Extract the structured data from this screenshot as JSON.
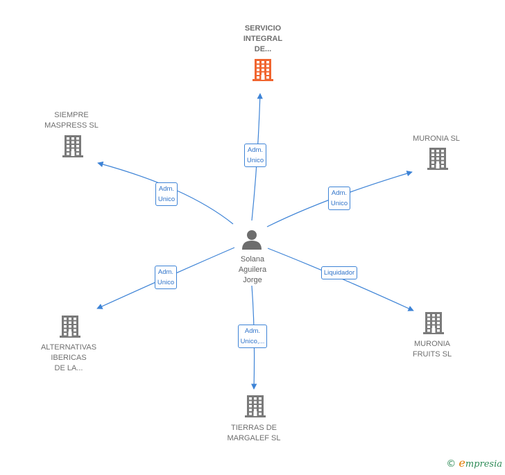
{
  "diagram": {
    "center": {
      "label": "Solana\nAguilera\nJorge",
      "icon": "person-icon"
    },
    "nodes": [
      {
        "id": "servicio",
        "label": "SERVICIO\nINTEGRAL\nDE...",
        "icon": "building-icon",
        "color": "#f0652f",
        "highlight": true
      },
      {
        "id": "siempre",
        "label": "SIEMPRE\nMASPRESS SL",
        "icon": "building-icon",
        "color": "#7a7a7a"
      },
      {
        "id": "muronia",
        "label": "MURONIA SL",
        "icon": "building-icon",
        "color": "#7a7a7a"
      },
      {
        "id": "alternativas",
        "label": "ALTERNATIVAS\nIBERICAS\nDE LA...",
        "icon": "building-icon",
        "color": "#7a7a7a"
      },
      {
        "id": "muronia-fruits",
        "label": "MURONIA\nFRUITS SL",
        "icon": "building-icon",
        "color": "#7a7a7a"
      },
      {
        "id": "tierras",
        "label": "TIERRAS DE\nMARGALEF  SL",
        "icon": "building-icon",
        "color": "#7a7a7a"
      }
    ],
    "edges": [
      {
        "to": "servicio",
        "label": "Adm.\nUnico"
      },
      {
        "to": "siempre",
        "label": "Adm.\nUnico"
      },
      {
        "to": "muronia",
        "label": "Adm.\nUnico"
      },
      {
        "to": "alternativas",
        "label": "Adm.\nUnico"
      },
      {
        "to": "muronia-fruits",
        "label": "Liquidador"
      },
      {
        "to": "tierras",
        "label": "Adm.\nUnico,..."
      }
    ],
    "edge_color": "#3d83d6"
  },
  "footer": {
    "copyright": "©",
    "brand_initial": "e",
    "brand_rest": "mpresia"
  }
}
